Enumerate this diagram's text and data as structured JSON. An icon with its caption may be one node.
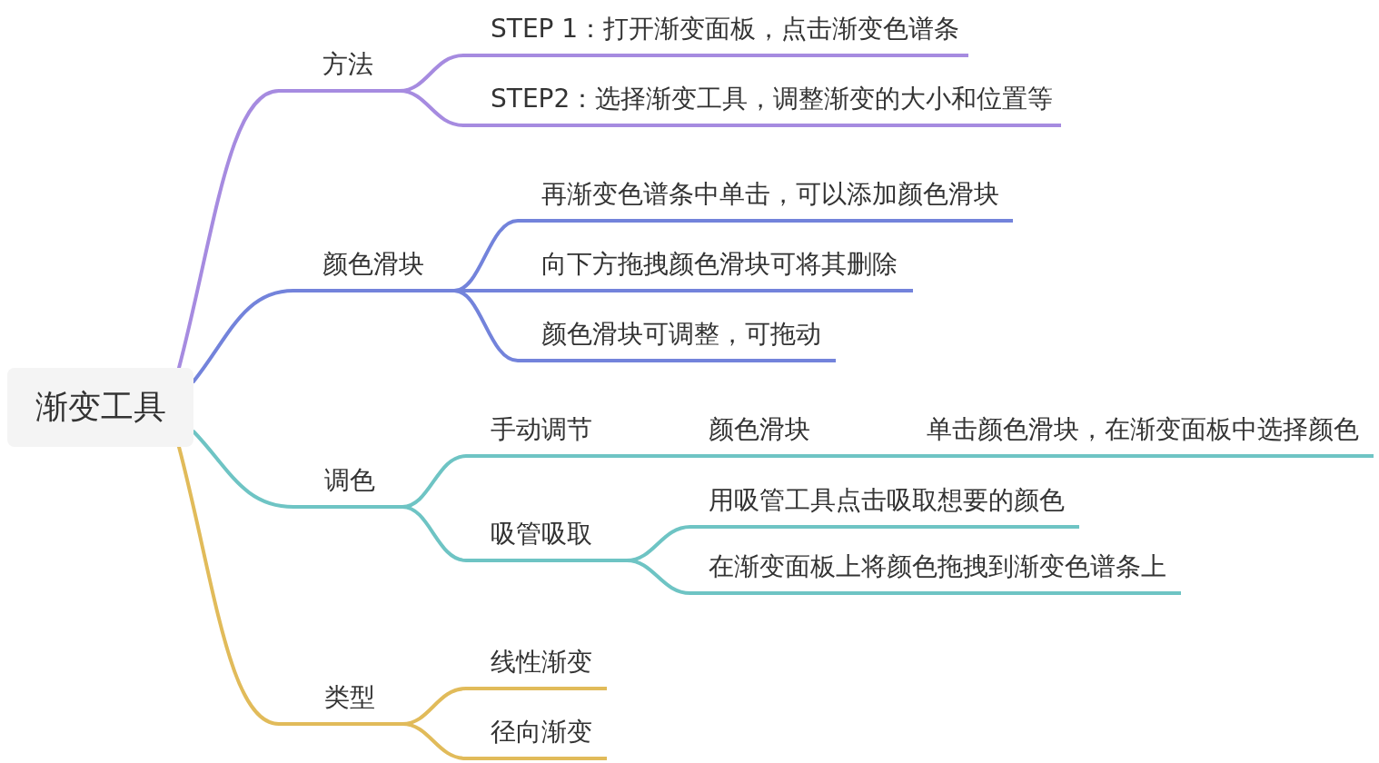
{
  "diagram": {
    "nodes": [
      {
        "text": [
          "渐变工具"
        ]
      },
      {
        "text": [
          "方法"
        ]
      },
      {
        "text": [
          "STEP 1：打开渐变面板，点击渐变色谱条"
        ]
      },
      {
        "text": [
          "STEP2：选择渐变工具，调整渐变的大小和位置等"
        ]
      },
      {
        "text": [
          "颜色滑块"
        ]
      },
      {
        "text": [
          "再渐变色谱条中单击，可以添加颜色滑块"
        ]
      },
      {
        "text": [
          "向下方拖拽颜色滑块可将其删除"
        ]
      },
      {
        "text": [
          "颜色滑块可调整，可拖动"
        ]
      },
      {
        "text": [
          "调色"
        ]
      },
      {
        "text": [
          "手动调节"
        ]
      },
      {
        "text": [
          "颜色滑块"
        ]
      },
      {
        "text": [
          "单击颜色滑块，在渐变面板中选择颜色"
        ]
      },
      {
        "text": [
          "吸管吸取"
        ]
      },
      {
        "text": [
          "用吸管工具点击吸取想要的颜色"
        ]
      },
      {
        "text": [
          "在渐变面板上将颜色拖拽到渐变色谱条上"
        ]
      },
      {
        "text": [
          "类型"
        ]
      },
      {
        "text": [
          "线性渐变"
        ]
      },
      {
        "text": [
          "径向渐变"
        ]
      }
    ],
    "edges": [
      {
        "from": 0,
        "to": 1,
        "arrow": "none",
        "color": "#a68be0"
      },
      {
        "from": 1,
        "to": 2,
        "arrow": "none",
        "color": "#a68be0"
      },
      {
        "from": 1,
        "to": 3,
        "arrow": "none",
        "color": "#a68be0"
      },
      {
        "from": 0,
        "to": 4,
        "arrow": "none",
        "color": "#7383db"
      },
      {
        "from": 4,
        "to": 5,
        "arrow": "none",
        "color": "#7383db"
      },
      {
        "from": 4,
        "to": 6,
        "arrow": "none",
        "color": "#7383db"
      },
      {
        "from": 4,
        "to": 7,
        "arrow": "none",
        "color": "#7383db"
      },
      {
        "from": 0,
        "to": 8,
        "arrow": "none",
        "color": "#6ec4c4"
      },
      {
        "from": 8,
        "to": 9,
        "arrow": "none",
        "color": "#6ec4c4"
      },
      {
        "from": 9,
        "to": 10,
        "arrow": "none",
        "color": "#6ec4c4"
      },
      {
        "from": 10,
        "to": 11,
        "arrow": "none",
        "color": "#6ec4c4"
      },
      {
        "from": 8,
        "to": 12,
        "arrow": "none",
        "color": "#6ec4c4"
      },
      {
        "from": 12,
        "to": 13,
        "arrow": "none",
        "color": "#6ec4c4"
      },
      {
        "from": 12,
        "to": 14,
        "arrow": "none",
        "color": "#6ec4c4"
      },
      {
        "from": 0,
        "to": 15,
        "arrow": "none",
        "color": "#e1bb5a"
      },
      {
        "from": 15,
        "to": 16,
        "arrow": "none",
        "color": "#e1bb5a"
      },
      {
        "from": 15,
        "to": 17,
        "arrow": "none",
        "color": "#e1bb5a"
      }
    ]
  }
}
